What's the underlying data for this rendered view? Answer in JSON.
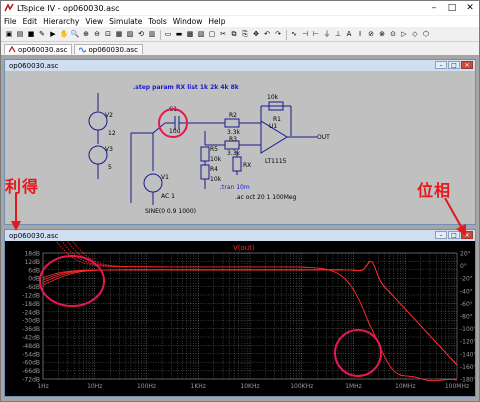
{
  "app": {
    "title": "LTspice IV - op060030.asc"
  },
  "menu": [
    "File",
    "Edit",
    "Hierarchy",
    "View",
    "Simulate",
    "Tools",
    "Window",
    "Help"
  ],
  "tabs": [
    {
      "label": "op060030.asc"
    },
    {
      "label": "op060030.asc"
    }
  ],
  "schematic": {
    "title": "op060030.asc",
    "step_directive": ".step param RX list 1k 2k 4k 8k",
    "tran_directive": ";tran 10m",
    "ac_directive": ".ac oct 20 1 100Meg",
    "source_value": "SINE(0 0.9 1000)",
    "ac_value": "AC 1",
    "parts": {
      "v2": "V2",
      "v3": "V3",
      "v2_val": "12",
      "v3_val": "5",
      "v1": "V1",
      "c1": "C1",
      "c1_val": "10u",
      "r2": "R2",
      "r2_val": "3.3k",
      "r1": "R1",
      "r1_val": "10k",
      "u1": "U1",
      "r3": "R3",
      "r3_val": "3.3k",
      "r5": "R5",
      "r5_val": "10k",
      "r4": "R4",
      "r4_val": "10k",
      "rx": "RX",
      "opamp": "LT1115",
      "out": "OUT"
    }
  },
  "waveform": {
    "title": "op060030.asc",
    "trace_label": "V(out)",
    "gain_ticks": [
      "18dB",
      "12dB",
      "6dB",
      "0dB",
      "-6dB",
      "-12dB",
      "-18dB",
      "-24dB",
      "-30dB",
      "-36dB",
      "-42dB",
      "-48dB",
      "-54dB",
      "-60dB",
      "-66dB",
      "-72dB"
    ],
    "phase_ticks": [
      "20°",
      "0°",
      "-20°",
      "-40°",
      "-60°",
      "-80°",
      "-100°",
      "-120°",
      "-140°",
      "-160°",
      "-180°"
    ],
    "freq_ticks": [
      "1Hz",
      "10Hz",
      "100Hz",
      "1KHz",
      "10KHz",
      "100KHz",
      "1MHz",
      "10MHz",
      "100MHz"
    ]
  },
  "annotations": {
    "gain_label": "利得",
    "phase_label": "位相"
  },
  "colors": {
    "trace": "#ff2a2a",
    "circle": "#e8174f",
    "annot": "#e4181d",
    "grid": "#8c8c8c",
    "schem_bg": "#c0c0c0",
    "wire": "#0000a0"
  }
}
